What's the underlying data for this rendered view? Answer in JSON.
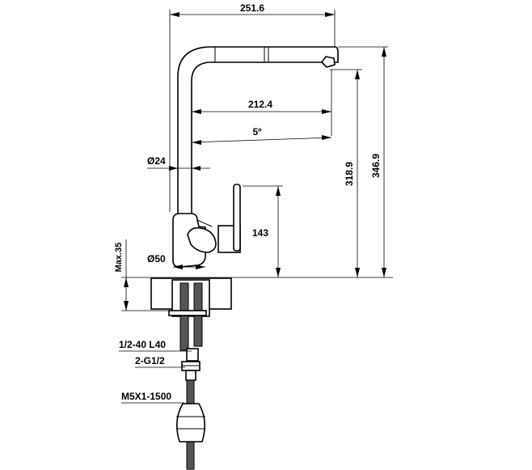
{
  "dimensions": {
    "total_width": "251.6",
    "spout_reach": "212.4",
    "spout_angle": "5º",
    "pipe_diameter": "Ø24",
    "base_diameter": "Ø50",
    "total_height": "346.9",
    "outlet_height": "318.9",
    "lever_height": "143",
    "max_thickness": "Max.35"
  },
  "connections": {
    "hose": "1/2-40 L40",
    "thread": "2-G1/2",
    "screw": "M5X1-1500"
  }
}
